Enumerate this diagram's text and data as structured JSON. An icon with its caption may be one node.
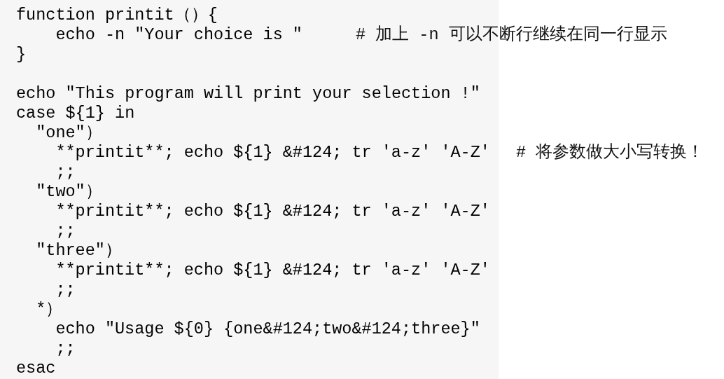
{
  "diagram": {
    "labels": [
      "function printit（）{",
      "echo -n \"Your choice is \"",
      "# 加上 -n 可以不断行继续在同一行显示",
      "}",
      "echo \"This program will print your selection !\"",
      "case ${1} in",
      "\"one\"）",
      "**printit**; echo ${1} &#124; tr 'a-z' 'A-Z'",
      "# 将参数做大小写转换！",
      ";;",
      "\"two\"）",
      "**printit**; echo ${1} &#124; tr 'a-z' 'A-Z'",
      ";;",
      "\"three\"）",
      "**printit**; echo ${1} &#124; tr 'a-z' 'A-Z'",
      ";;",
      "*）",
      "echo \"Usage ${0} {one&#124;two&#124;three}\"",
      ";;",
      "esac"
    ]
  }
}
